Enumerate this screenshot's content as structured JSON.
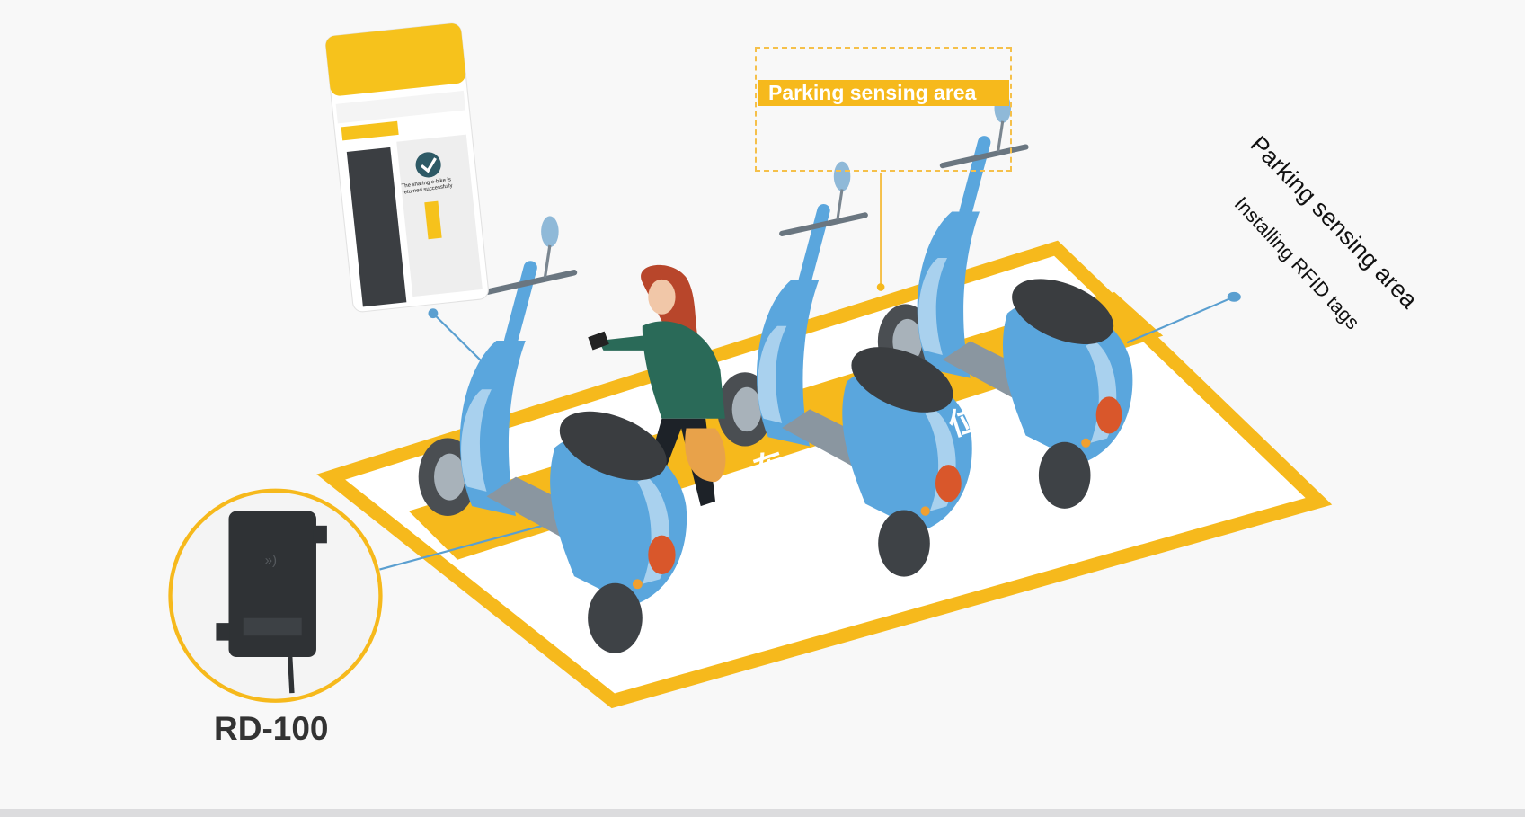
{
  "labels": {
    "sensing_box_label": "Parking sensing area",
    "rotated_title": "Parking sensing area",
    "rotated_subtitle": "Installing RFID tags",
    "device": "RD-100",
    "phone_message": "The sharing e-bike is returned successfully",
    "ground_char_1": "车",
    "ground_char_2": "位"
  },
  "icons": {
    "phone": "smartphone-app-screen",
    "checkmark": "check-circle-icon",
    "device": "rfid-reader-device",
    "scooter": "scooter-illustration",
    "person": "person-with-phone"
  },
  "colors": {
    "accent_yellow": "#f6b91c",
    "scooter_blue": "#5aa6dd",
    "tag_line_blue": "#5a9fd0",
    "device_dark": "#2f3235",
    "background": "#f8f8f8"
  }
}
